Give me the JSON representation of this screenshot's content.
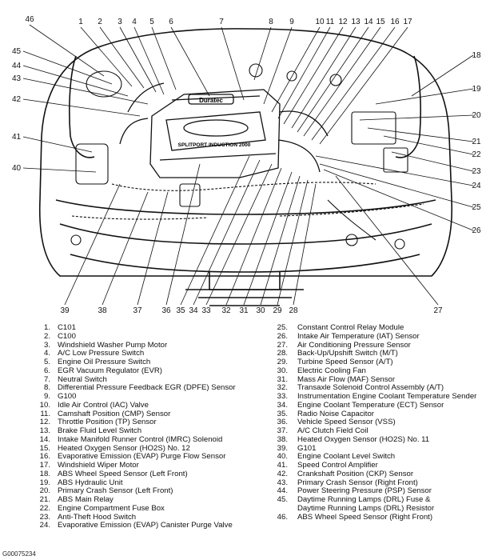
{
  "callouts": [
    "1",
    "2",
    "3",
    "4",
    "5",
    "6",
    "7",
    "8",
    "9",
    "10",
    "11",
    "12",
    "13",
    "14",
    "15",
    "16",
    "17",
    "18",
    "19",
    "20",
    "21",
    "22",
    "23",
    "24",
    "25",
    "26",
    "27",
    "28",
    "29",
    "30",
    "31",
    "32",
    "33",
    "34",
    "35",
    "36",
    "37",
    "38",
    "39",
    "40",
    "41",
    "42",
    "43",
    "44",
    "45",
    "46"
  ],
  "engine_text": {
    "head_label": "Duratec",
    "plate_label": "SPLITPORT INDUCTION 2000"
  },
  "legend_left": [
    {
      "n": "1.",
      "t": "C101"
    },
    {
      "n": "2.",
      "t": "C100"
    },
    {
      "n": "3.",
      "t": "Windshield Washer Pump Motor"
    },
    {
      "n": "4.",
      "t": "A/C Low Pressure Switch"
    },
    {
      "n": "5.",
      "t": "Engine Oil Pressure Switch"
    },
    {
      "n": "6.",
      "t": "EGR Vacuum Regulator (EVR)"
    },
    {
      "n": "7.",
      "t": "Neutral Switch"
    },
    {
      "n": "8.",
      "t": "Differential Pressure Feedback EGR (DPFE) Sensor"
    },
    {
      "n": "9.",
      "t": "G100"
    },
    {
      "n": "10.",
      "t": "Idle Air Control (IAC) Valve"
    },
    {
      "n": "11.",
      "t": "Camshaft Position (CMP) Sensor"
    },
    {
      "n": "12.",
      "t": "Throttle Position (TP) Sensor"
    },
    {
      "n": "13.",
      "t": "Brake Fluid Level Switch"
    },
    {
      "n": "14.",
      "t": "Intake Manifold Runner Control (IMRC) Solenoid"
    },
    {
      "n": "15.",
      "t": "Heated Oxygen Sensor (HO2S) No. 12"
    },
    {
      "n": "16.",
      "t": "Evaporative Emission (EVAP) Purge Flow Sensor"
    },
    {
      "n": "17.",
      "t": "Windshield Wiper Motor"
    },
    {
      "n": "18.",
      "t": "ABS Wheel Speed Sensor (Left Front)"
    },
    {
      "n": "19.",
      "t": "ABS Hydraulic Unit"
    },
    {
      "n": "20.",
      "t": "Primary Crash Sensor (Left Front)"
    },
    {
      "n": "21.",
      "t": "ABS Main Relay"
    },
    {
      "n": "22.",
      "t": "Engine Compartment Fuse Box"
    },
    {
      "n": "23.",
      "t": "Anti-Theft Hood Switch"
    },
    {
      "n": "24.",
      "t": "Evaporative Emission (EVAP) Canister Purge Valve"
    }
  ],
  "legend_right": [
    {
      "n": "25.",
      "t": "Constant Control Relay Module"
    },
    {
      "n": "26.",
      "t": "Intake Air Temperature (IAT) Sensor"
    },
    {
      "n": "27.",
      "t": "Air Conditioning Pressure Sensor"
    },
    {
      "n": "28.",
      "t": "Back-Up/Upshift Switch (M/T)"
    },
    {
      "n": "29.",
      "t": "Turbine Speed Sensor (A/T)"
    },
    {
      "n": "30.",
      "t": "Electric Cooling Fan"
    },
    {
      "n": "31.",
      "t": "Mass Air Flow (MAF) Sensor"
    },
    {
      "n": "32.",
      "t": "Transaxle Solenoid Control Assembly (A/T)"
    },
    {
      "n": "33.",
      "t": "Instrumentation Engine Coolant Temperature Sender"
    },
    {
      "n": "34.",
      "t": "Engine Coolant Temperature (ECT) Sensor"
    },
    {
      "n": "35.",
      "t": "Radio Noise Capacitor"
    },
    {
      "n": "36.",
      "t": "Vehicle Speed Sensor (VSS)"
    },
    {
      "n": "37.",
      "t": "A/C Clutch Field Coil"
    },
    {
      "n": "38.",
      "t": "Heated Oxygen Sensor (HO2S) No. 11"
    },
    {
      "n": "39.",
      "t": "G101"
    },
    {
      "n": "40.",
      "t": "Engine Coolant Level Switch"
    },
    {
      "n": "41.",
      "t": "Speed Control Amplifier"
    },
    {
      "n": "42.",
      "t": "Crankshaft Position (CKP) Sensor"
    },
    {
      "n": "43.",
      "t": "Primary Crash Sensor (Right Front)"
    },
    {
      "n": "44.",
      "t": "Power Steering Pressure (PSP) Sensor"
    },
    {
      "n": "45.",
      "t": "Daytime Running Lamps (DRL) Fuse &"
    },
    {
      "n": "",
      "t": "Daytime Running Lamps (DRL) Resistor"
    },
    {
      "n": "46.",
      "t": "ABS Wheel Speed Sensor (Right Front)"
    }
  ],
  "figure_id": "G00075234"
}
